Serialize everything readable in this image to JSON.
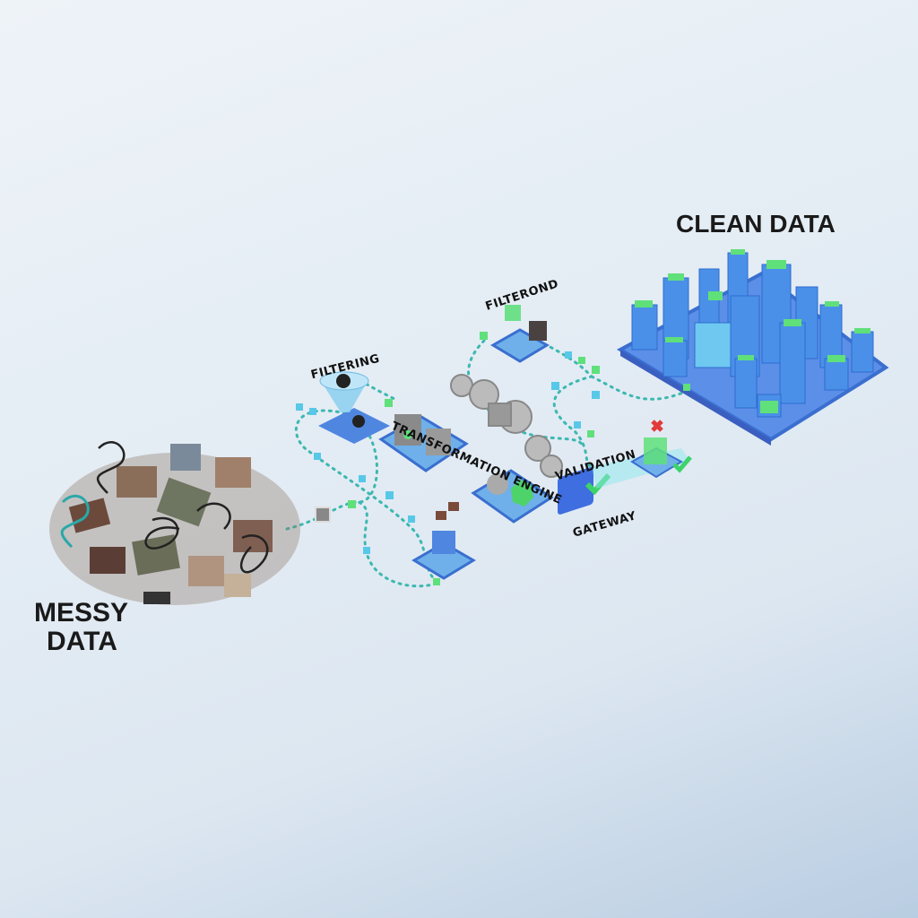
{
  "labels": {
    "messy_data": [
      "MESSY",
      "DATA"
    ],
    "filtering": "FILTERING",
    "filtering_2": "FILTEROND",
    "transformation_engine": "TRANSFORMATION ENGINE",
    "validation": "VALIDATION",
    "gateway": "GATEWAY",
    "clean_data": "CLEAN DATA"
  },
  "colors": {
    "platform_blue": "#4f86e0",
    "cube_green": "#5fe07a",
    "cube_cyan": "#58c8e8",
    "path_dots": "#3cb8b0",
    "messy_brown": "#7a5a48",
    "check_green": "#3dd36a",
    "reject_red": "#e23a3a"
  }
}
